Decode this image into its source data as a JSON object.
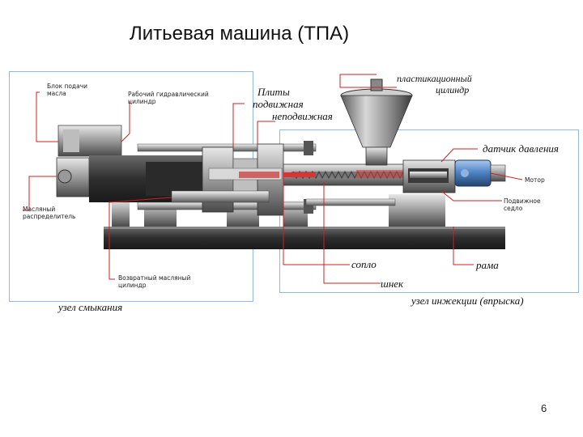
{
  "slide": {
    "title": "Литьевая машина (ТПА)",
    "page_number": "6"
  },
  "labels": {
    "oil_feed_line1": "Блок подачи",
    "oil_feed_line2": "масла",
    "work_cyl_line1": "Рабочий гидравлический",
    "work_cyl_line2": "цилиндр",
    "plates_line1": "Плиты",
    "plates_line2": "подвижная",
    "plates_line3": "неподвижная",
    "plast_line1": "пластикационный",
    "plast_line2": "цилиндр",
    "pressure_sensor": "датчик давления",
    "motor": "Мотор",
    "sled_line1": "Подвижное",
    "sled_line2": "седло",
    "oil_dist_line1": "Масляный",
    "oil_dist_line2": "распределитель",
    "return_cyl_line1": "Возвратный масляный",
    "return_cyl_line2": "цилиндр",
    "nozzle": "сопло",
    "frame": "рама",
    "screw": "шнек",
    "clamp_unit": "узел смыкания",
    "injection_unit": "узел инжекции (впрыска)"
  },
  "colors": {
    "leader": "#cc2222",
    "panel_border": "#8fb8e8",
    "steel_dark": "#3a3a3a",
    "steel_mid": "#8a8a8a",
    "steel_light": "#cfcfcf",
    "motor_blue": "#4a7fc0"
  }
}
